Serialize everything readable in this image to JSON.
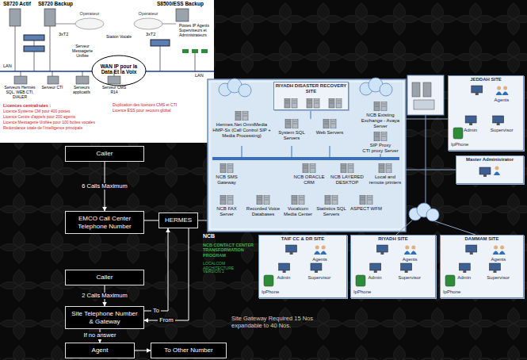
{
  "diagram": {
    "nodes": [
      {
        "text": [
          "Caller"
        ]
      },
      {
        "text": [
          "EMCO Call Center Telephone Number"
        ]
      },
      {
        "text": [
          "HERMES"
        ]
      },
      {
        "text": [
          "Caller"
        ]
      },
      {
        "text": [
          "Site Telephone Number & Gateway"
        ]
      },
      {
        "text": [
          "Agent"
        ]
      },
      {
        "text": [
          "To Other Number"
        ]
      },
      {
        "text": [
          "Hermes.Net OmniMedia HMP-Sx (Call Control SIP + Media Processing)"
        ]
      },
      {
        "text": [
          "System SQL Servers"
        ]
      },
      {
        "text": [
          "Web Servers"
        ]
      },
      {
        "text": [
          "NCB Existing Exchange - Avaya Server"
        ]
      },
      {
        "text": [
          "SIP Proxy",
          "CTI proxy Server"
        ]
      },
      {
        "text": [
          "Recorded Voice Databases"
        ]
      },
      {
        "text": [
          "Vocalcom Media Center"
        ]
      },
      {
        "text": [
          "Statistics SQL Servers"
        ]
      },
      {
        "text": [
          "ASPECT WFM"
        ]
      },
      {
        "text": [
          "NCB ORACLE CRM"
        ]
      },
      {
        "text": [
          "NCB LAYERED DESKTOP"
        ]
      },
      {
        "text": [
          "Local and remote printers"
        ]
      },
      {
        "text": [
          "NCB FAX Server"
        ]
      },
      {
        "text": [
          "NCB SMS Gateway"
        ]
      },
      {
        "text": [
          "RIYADH DISASTER RECOVERY SITE"
        ]
      },
      {
        "text": [
          "JEDDAH SITE"
        ]
      },
      {
        "text": [
          "Master Administrator"
        ]
      },
      {
        "text": [
          "TAIF CC & DR SITE"
        ]
      },
      {
        "text": [
          "RIYADH SITE"
        ]
      },
      {
        "text": [
          "DAMMAM SITE"
        ]
      }
    ],
    "edges": [
      {
        "from": 0,
        "to": 1,
        "arrow": "to",
        "label": "6 Calls Maximum"
      },
      {
        "from": 1,
        "to": 2,
        "arrow": "none"
      },
      {
        "from": 3,
        "to": 4,
        "arrow": "to",
        "label": "2 Calls Maximum"
      },
      {
        "from": 4,
        "to": 2,
        "arrow": "to",
        "label": "To"
      },
      {
        "from": 2,
        "to": 4,
        "arrow": "to",
        "label": "From"
      },
      {
        "from": 4,
        "to": 5,
        "arrow": "to",
        "label": "If no answer"
      },
      {
        "from": 5,
        "to": 6,
        "arrow": "to"
      }
    ],
    "labels": [
      "S8720 Actif",
      "S8720 Backup",
      "Opérateur",
      "Opérateur",
      "S8500/ESS Backup",
      "3xT2",
      "3xT2",
      "Postes IP Agents Superviseurs et Administrateurs",
      "Station Vocale",
      "Serveur Messagerie Unifiée",
      "LAN",
      "WAN IP pour la Data Et la Voix",
      "LAN",
      "Serveurs Hermès SQL, WEB CTI, DIALER",
      "Serveur CTI",
      "Serveurs applicatifs",
      "Serveur CMS R14",
      "Licences centralisées :",
      "Licence Système CM pour 400 postes",
      "Licence Centre d'appels pour 200 agents",
      "Licence Messagerie Unifiée pour 100 boîtes vocales",
      "Redondance totale de l'intelligence principale",
      "Duplication des licences CMS et CTI",
      "Licence ESS pour secours global",
      "NCB",
      "NCB CONTACT CENTER TRANSFORMATION PROGRAM",
      "LOCALCOM ARCHITECTURE",
      "VERSION 1",
      "Site Gateway Required 15 Nos expandable to 40 Nos.",
      "IpPhone",
      "Agents",
      "Admin",
      "Supervisor",
      "IpPhone",
      "Agents",
      "Admin",
      "Supervisor",
      "IpPhone",
      "Agents",
      "Admin",
      "Supervisor",
      "IpPhone",
      "Agents",
      "Admin",
      "Supervisor"
    ]
  }
}
